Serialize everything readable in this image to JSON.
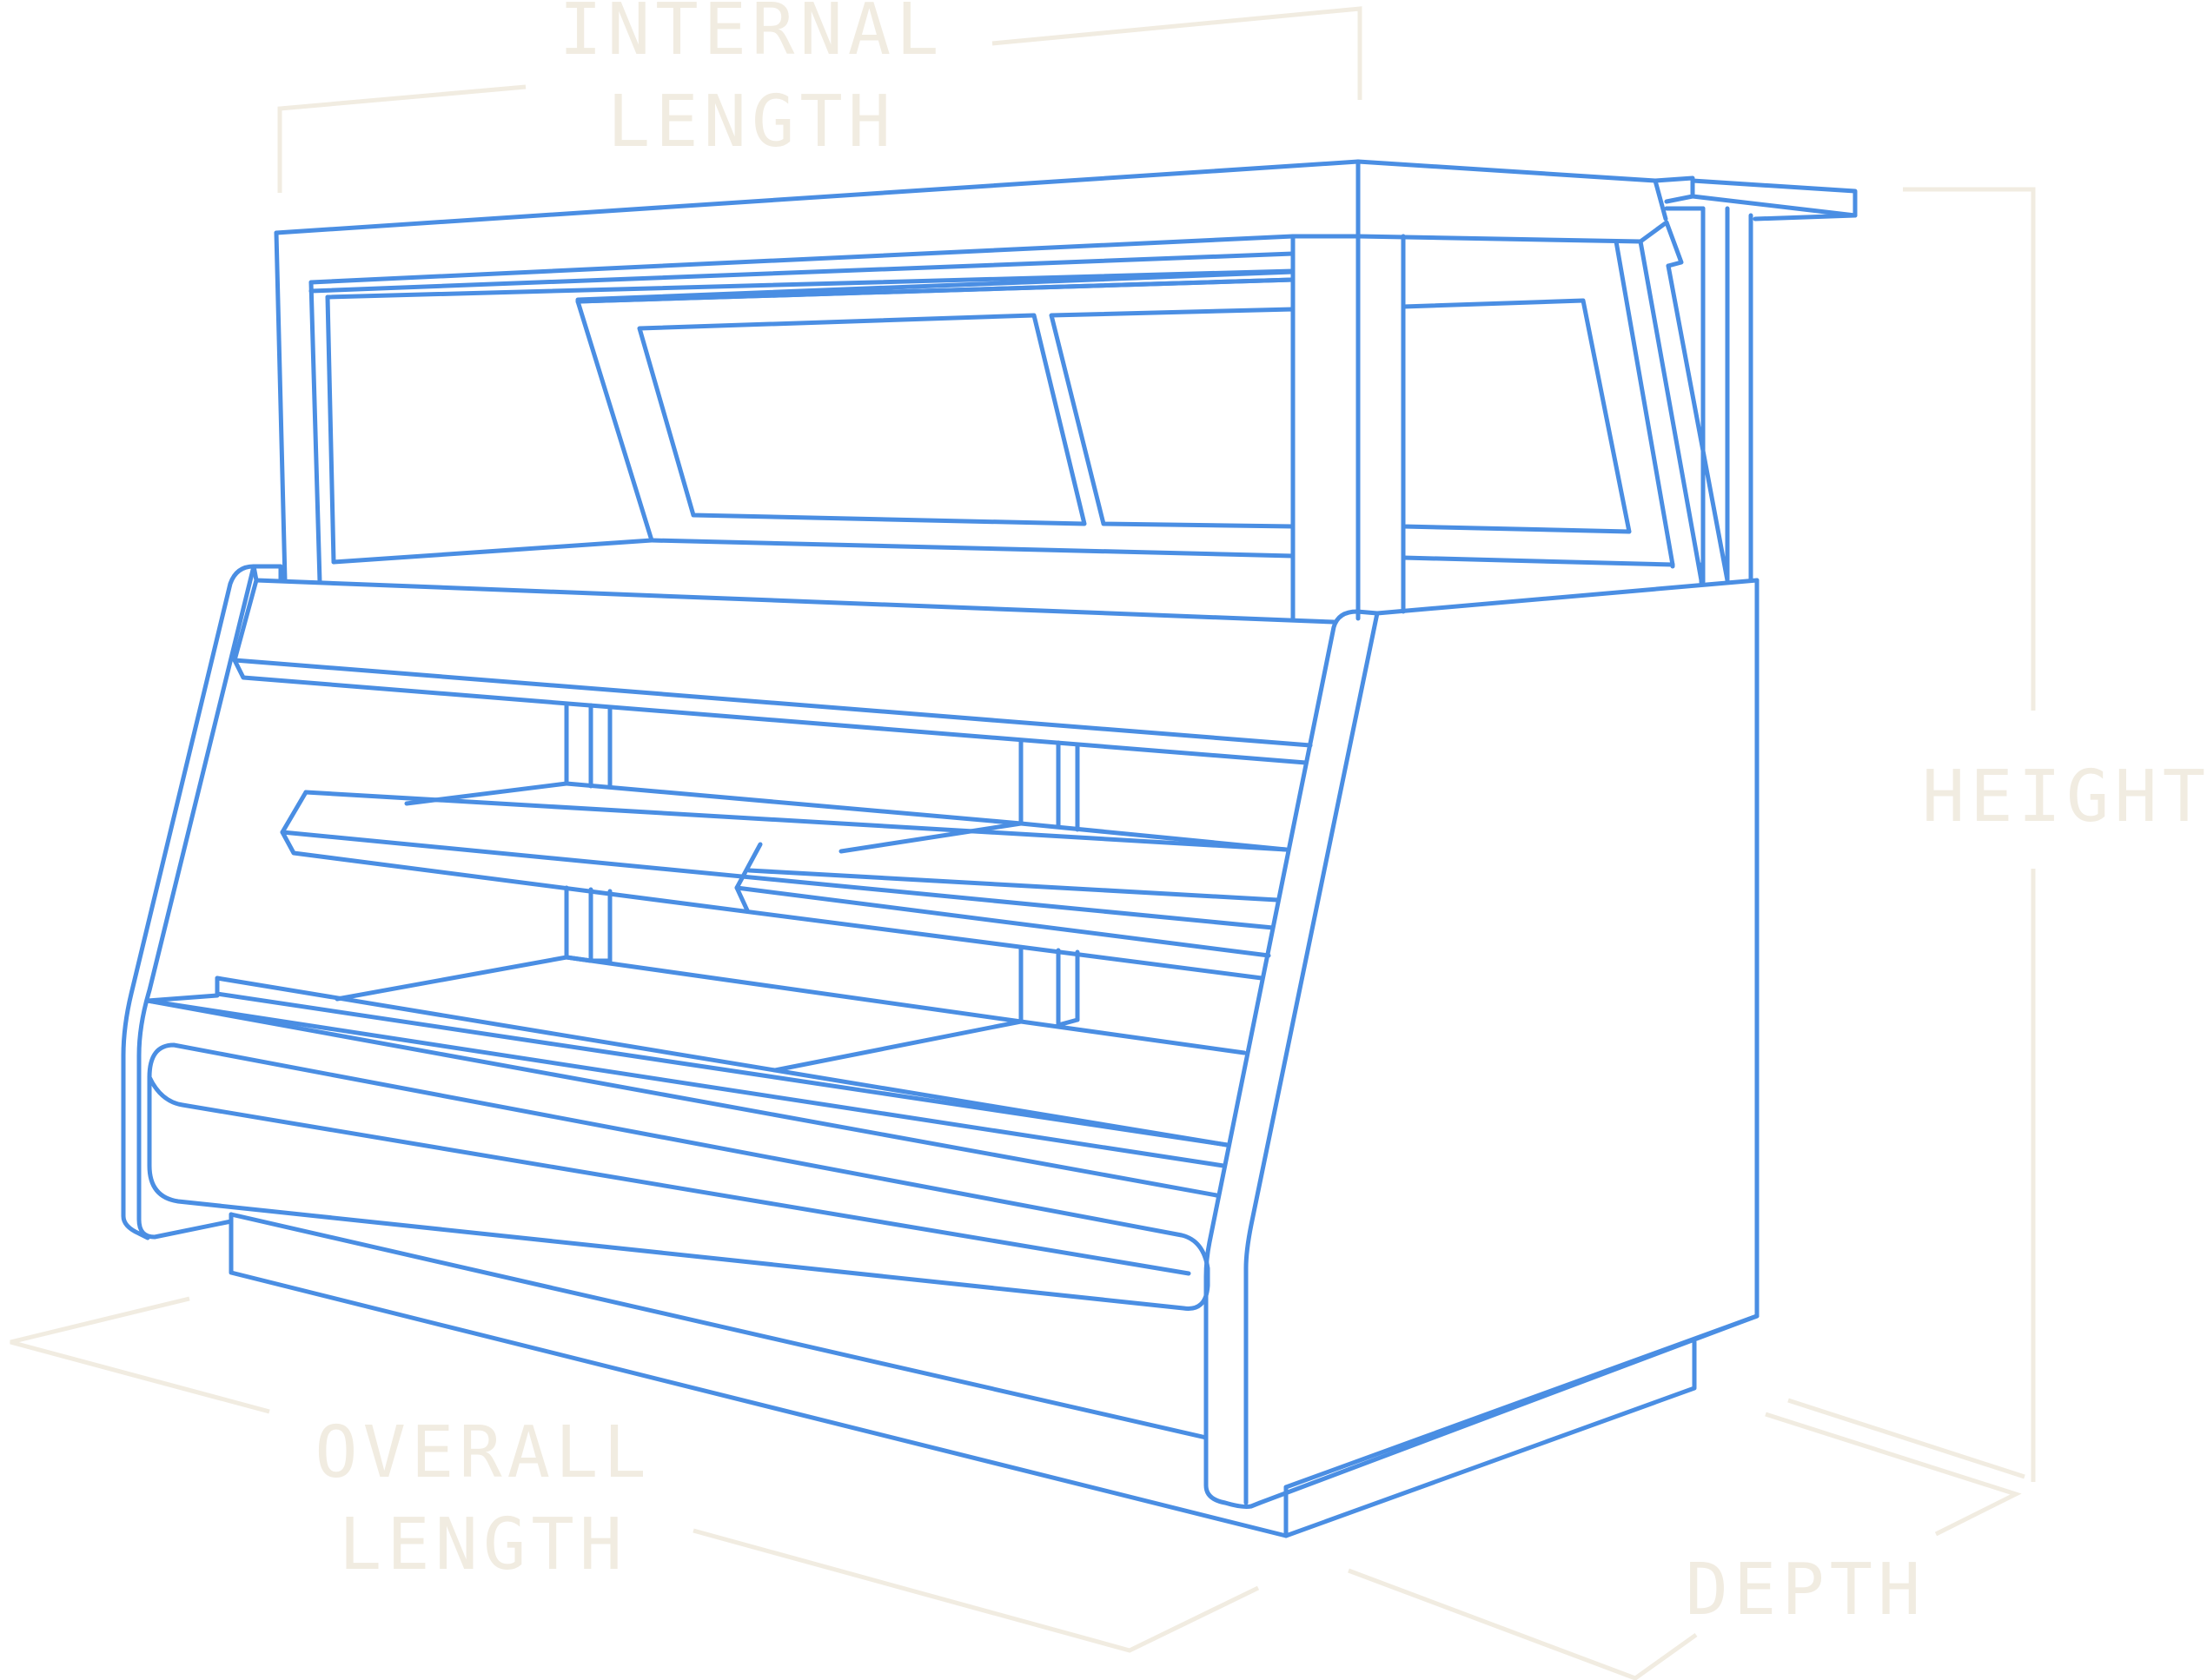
{
  "colors": {
    "outline": "#4a8ee3",
    "dimension": "#f1ece1"
  },
  "labels": {
    "internal_length": [
      "INTERNAL",
      "LENGTH"
    ],
    "height": [
      "HEIGHT"
    ],
    "overall_length": [
      "OVERALL",
      "LENGTH"
    ],
    "depth": [
      "DEPTH"
    ]
  }
}
